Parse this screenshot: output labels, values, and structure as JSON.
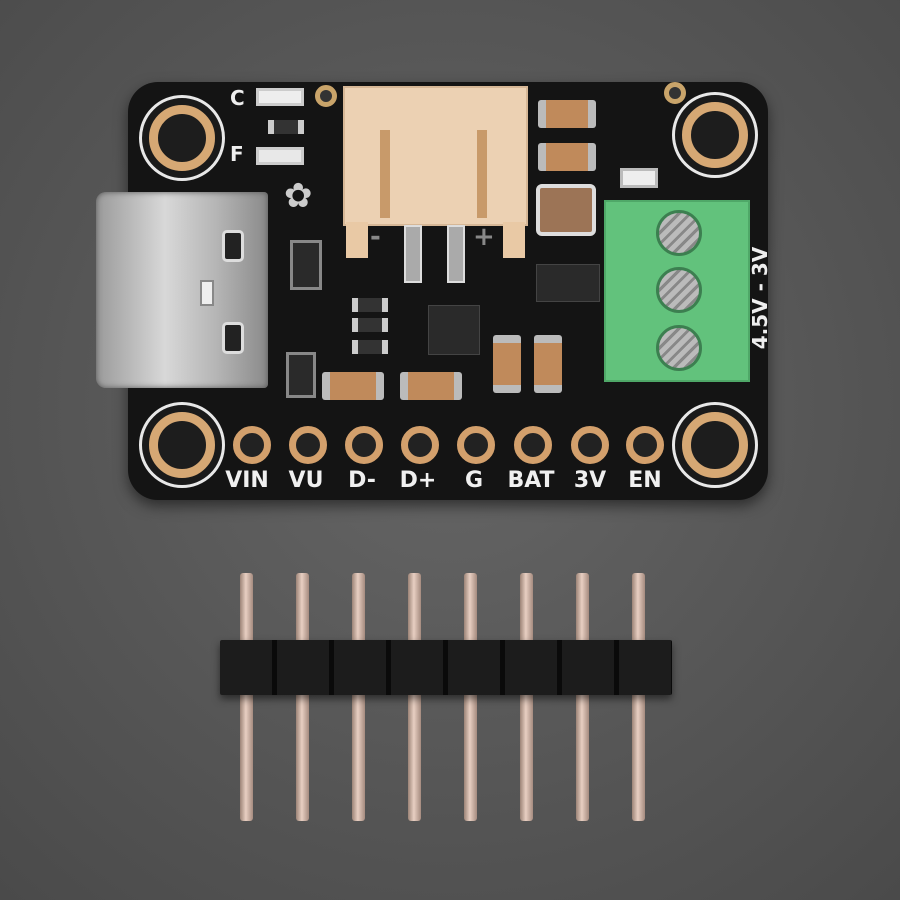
{
  "board": {
    "silkscreen_led_labels": [
      "C",
      "F"
    ],
    "jst_polarity": [
      "-",
      "+"
    ],
    "terminal_label": "4.5V - 3V",
    "pin_labels": [
      "VIN",
      "VU",
      "D-",
      "D+",
      "G",
      "BAT",
      "3V",
      "EN"
    ]
  },
  "colors": {
    "pcb": "#141414",
    "gold": "#d3a06c",
    "terminal": "#62c27c",
    "jst": "#ecd1b3",
    "background": "#5a5a5a"
  }
}
